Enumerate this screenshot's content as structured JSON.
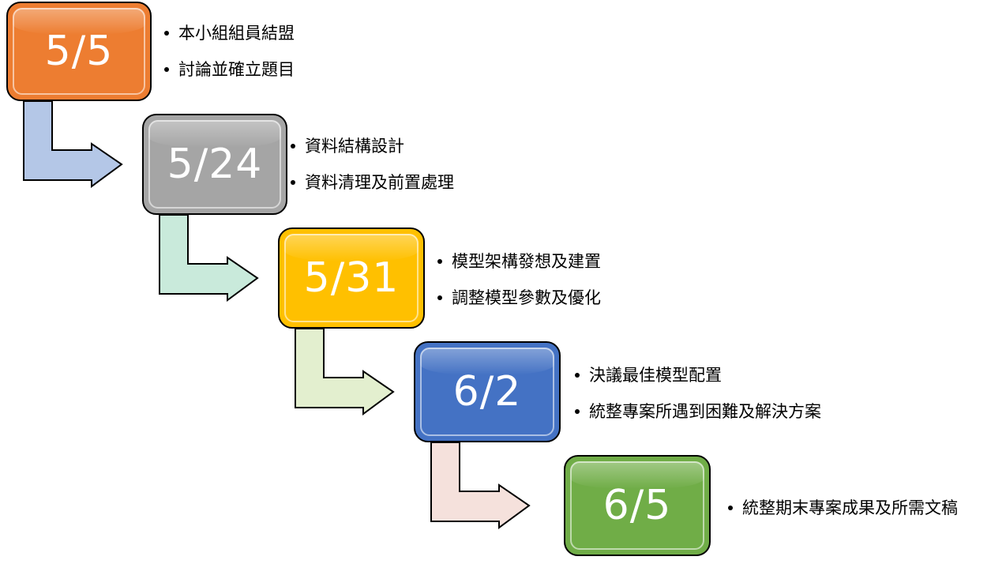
{
  "colors": {
    "step1": "#ed7d31",
    "step2": "#a5a5a5",
    "step3": "#ffc000",
    "step4": "#4472c4",
    "step5": "#70ad47",
    "arrow1": "#b4c7e7",
    "arrow2": "#c9eadb",
    "arrow3": "#e3efcf",
    "arrow4": "#f5e1dc"
  },
  "steps": [
    {
      "date": "5/5",
      "items": [
        "本小組組員結盟",
        "討論並確立題目"
      ]
    },
    {
      "date": "5/24",
      "items": [
        "資料結構設計",
        "資料清理及前置處理"
      ]
    },
    {
      "date": "5/31",
      "items": [
        "模型架構發想及建置",
        "調整模型參數及優化"
      ]
    },
    {
      "date": "6/2",
      "items": [
        "決議最佳模型配置",
        "統整專案所遇到困難及解決方案"
      ]
    },
    {
      "date": "6/5",
      "items": [
        "統整期末專案成果及所需文稿"
      ]
    }
  ]
}
